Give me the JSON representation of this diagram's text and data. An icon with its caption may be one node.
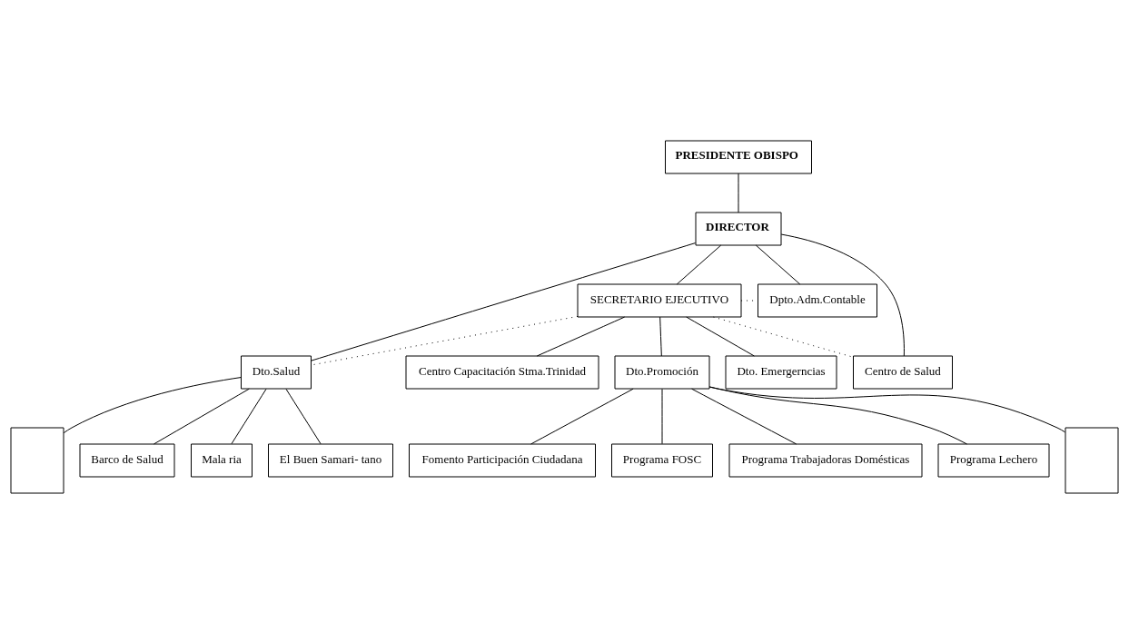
{
  "diagram": {
    "nodes": [
      {
        "text": [
          "PRESIDENTE OBISPO"
        ]
      },
      {
        "text": [
          "DIRECTOR"
        ]
      },
      {
        "text": [
          "SECRETARIO EJECUTIVO"
        ]
      },
      {
        "text": [
          "Dpto.Adm.Contable"
        ]
      },
      {
        "text": [
          "Dto.Salud"
        ]
      },
      {
        "text": [
          "Centro Capacitación Stma.Trinidad"
        ]
      },
      {
        "text": [
          "Dto.Promoción"
        ]
      },
      {
        "text": [
          "Dto. Emergerncias"
        ]
      },
      {
        "text": [
          "Centro de Salud"
        ]
      },
      {
        "text": [],
        "shape": "box"
      },
      {
        "text": [
          "Barco de Salud"
        ]
      },
      {
        "text": [
          "Mala ria"
        ]
      },
      {
        "text": [
          "El Buen Samari- tano"
        ]
      },
      {
        "text": [
          "Fomento Participación Ciudadana"
        ]
      },
      {
        "text": [
          "Programa FOSC"
        ]
      },
      {
        "text": [
          "Programa Trabajadoras Domésticas"
        ]
      },
      {
        "text": [
          "Programa Lechero"
        ]
      },
      {
        "text": [],
        "shape": "box"
      }
    ],
    "edges": [
      {
        "from": 0,
        "to": 1,
        "arrow": "none"
      },
      {
        "from": 1,
        "to": 4,
        "arrow": "none"
      },
      {
        "from": 1,
        "to": 2,
        "arrow": "none"
      },
      {
        "from": 1,
        "to": 3,
        "arrow": "none"
      },
      {
        "from": 1,
        "to": 8,
        "arrow": "none"
      },
      {
        "from": 2,
        "to": 3,
        "arrow": "none",
        "style": "dashed"
      },
      {
        "from": 2,
        "to": 4,
        "arrow": "none",
        "style": "dashed"
      },
      {
        "from": 2,
        "to": 5,
        "arrow": "none"
      },
      {
        "from": 2,
        "to": 6,
        "arrow": "none"
      },
      {
        "from": 2,
        "to": 7,
        "arrow": "none"
      },
      {
        "from": 2,
        "to": 8,
        "arrow": "none",
        "style": "dashed"
      },
      {
        "from": 4,
        "to": 9,
        "arrow": "none"
      },
      {
        "from": 4,
        "to": 10,
        "arrow": "none"
      },
      {
        "from": 4,
        "to": 11,
        "arrow": "none"
      },
      {
        "from": 4,
        "to": 12,
        "arrow": "none"
      },
      {
        "from": 6,
        "to": 13,
        "arrow": "none"
      },
      {
        "from": 6,
        "to": 14,
        "arrow": "none"
      },
      {
        "from": 6,
        "to": 15,
        "arrow": "none"
      },
      {
        "from": 6,
        "to": 16,
        "arrow": "none"
      },
      {
        "from": 6,
        "to": 17,
        "arrow": "none"
      }
    ]
  }
}
